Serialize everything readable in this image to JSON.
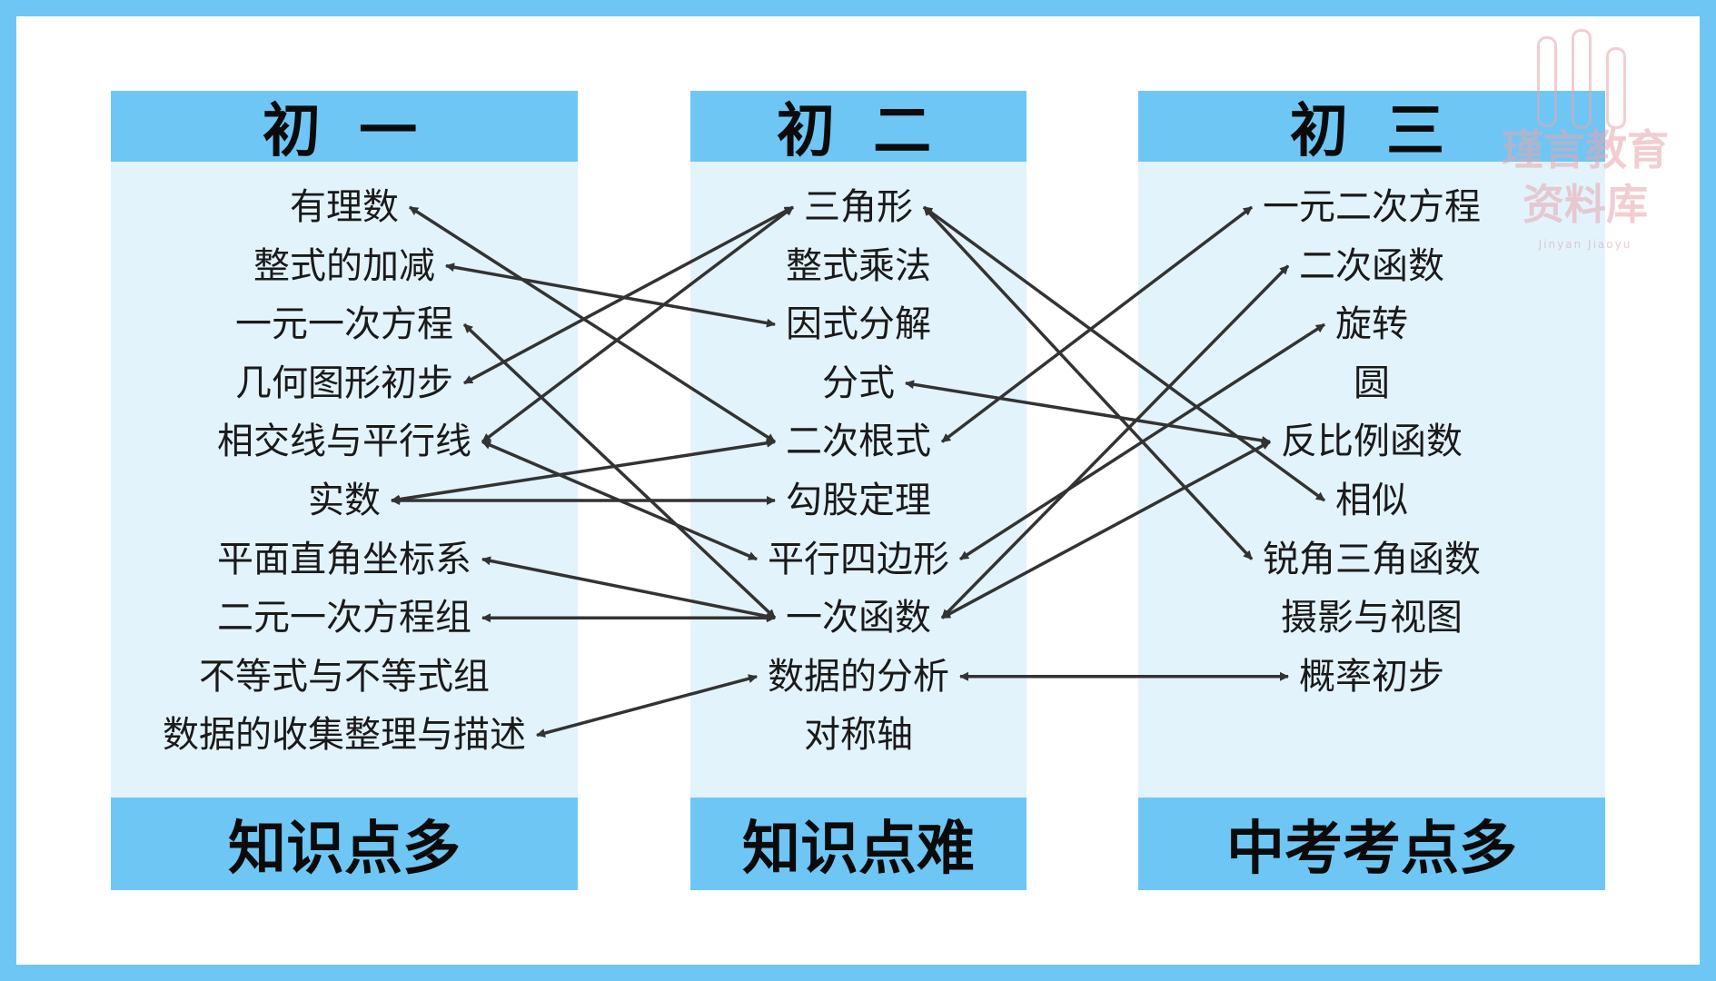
{
  "columns": [
    {
      "title": "初 一",
      "footer": "知识点多",
      "items": [
        "有理数",
        "整式的加减",
        "一元一次方程",
        "几何图形初步",
        "相交线与平行线",
        "实数",
        "平面直角坐标系",
        "二元一次方程组",
        "不等式与不等式组",
        "数据的收集整理与描述"
      ]
    },
    {
      "title": "初 二",
      "footer": "知识点难",
      "items": [
        "三角形",
        "整式乘法",
        "因式分解",
        "分式",
        "二次根式",
        "勾股定理",
        "平行四边形",
        "一次函数",
        "数据的分析",
        "对称轴"
      ]
    },
    {
      "title": "初 三",
      "footer": "中考考点多",
      "items": [
        "一元二次方程",
        "二次函数",
        "旋转",
        "圆",
        "反比例函数",
        "相似",
        "锐角三角函数",
        "摄影与视图",
        "概率初步"
      ]
    }
  ],
  "connections": [
    {
      "from": [
        0,
        0
      ],
      "to": [
        1,
        4
      ],
      "both": true
    },
    {
      "from": [
        0,
        1
      ],
      "to": [
        1,
        2
      ],
      "both": true
    },
    {
      "from": [
        0,
        2
      ],
      "to": [
        1,
        7
      ],
      "both": true
    },
    {
      "from": [
        0,
        3
      ],
      "to": [
        1,
        0
      ],
      "both": true
    },
    {
      "from": [
        0,
        4
      ],
      "to": [
        1,
        0
      ],
      "both": true
    },
    {
      "from": [
        0,
        4
      ],
      "to": [
        1,
        6
      ],
      "both": true
    },
    {
      "from": [
        0,
        5
      ],
      "to": [
        1,
        4
      ],
      "both": true
    },
    {
      "from": [
        0,
        5
      ],
      "to": [
        1,
        5
      ],
      "both": true
    },
    {
      "from": [
        0,
        6
      ],
      "to": [
        1,
        7
      ],
      "both": true
    },
    {
      "from": [
        0,
        7
      ],
      "to": [
        1,
        7
      ],
      "both": true
    },
    {
      "from": [
        0,
        9
      ],
      "to": [
        1,
        8
      ],
      "both": true
    },
    {
      "from": [
        1,
        0
      ],
      "to": [
        2,
        5
      ],
      "both": true
    },
    {
      "from": [
        1,
        0
      ],
      "to": [
        2,
        6
      ],
      "both": true
    },
    {
      "from": [
        1,
        3
      ],
      "to": [
        2,
        4
      ],
      "both": true
    },
    {
      "from": [
        1,
        4
      ],
      "to": [
        2,
        0
      ],
      "both": true
    },
    {
      "from": [
        1,
        6
      ],
      "to": [
        2,
        2
      ],
      "both": true
    },
    {
      "from": [
        1,
        7
      ],
      "to": [
        2,
        1
      ],
      "both": true
    },
    {
      "from": [
        1,
        7
      ],
      "to": [
        2,
        4
      ],
      "both": true
    },
    {
      "from": [
        1,
        8
      ],
      "to": [
        2,
        8
      ],
      "both": true
    }
  ],
  "colors": {
    "frame": "#6ec6f5",
    "header": "#6ec6f5",
    "panel": "#e3f3fc",
    "arrow": "#333333"
  },
  "watermark": {
    "line1": "瑾言教育",
    "line2": "资料库",
    "sub": "Jinyan    Jiaoyu"
  }
}
